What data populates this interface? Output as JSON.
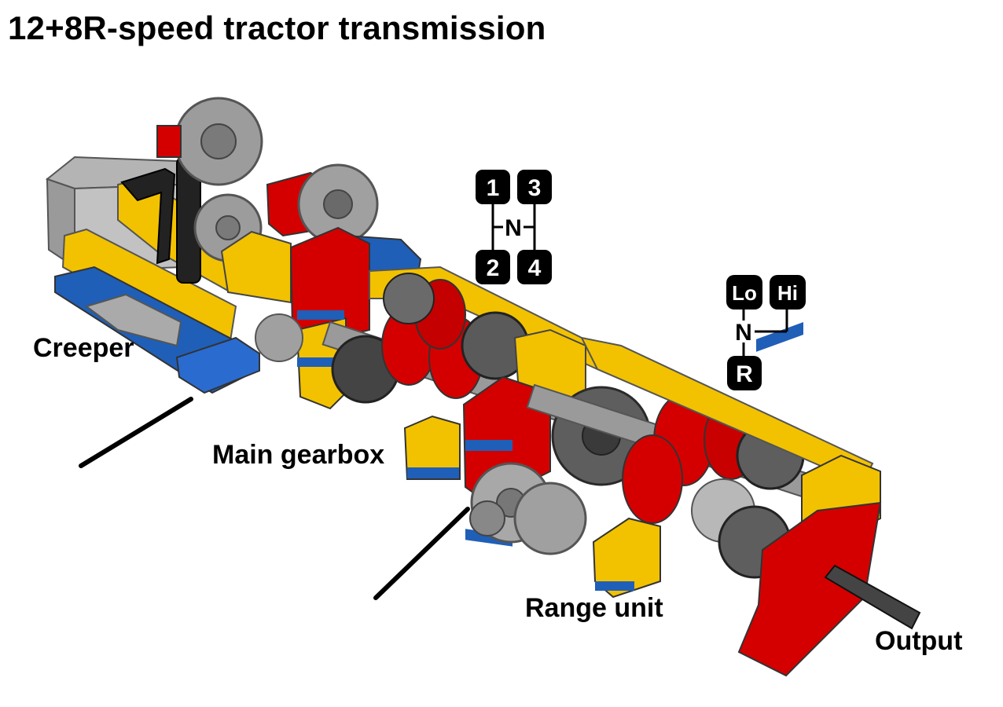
{
  "title": "12+8R-speed tractor transmission",
  "labels": {
    "creeper": "Creeper",
    "main_gearbox": "Main gearbox",
    "range_unit": "Range unit",
    "output": "Output"
  },
  "main_shift_pattern": {
    "top_left": "1",
    "top_right": "3",
    "center": "N",
    "bottom_left": "2",
    "bottom_right": "4"
  },
  "range_shift_pattern": {
    "top_left": "Lo",
    "top_right": "Hi",
    "center": "N",
    "bottom": "R"
  },
  "colors": {
    "red": "#d40000",
    "yellow": "#f2c200",
    "blue": "#1f5fb8",
    "light_gray": "#a8a8a8",
    "dark_gray": "#5a5a5a",
    "black": "#1a1a1a"
  }
}
